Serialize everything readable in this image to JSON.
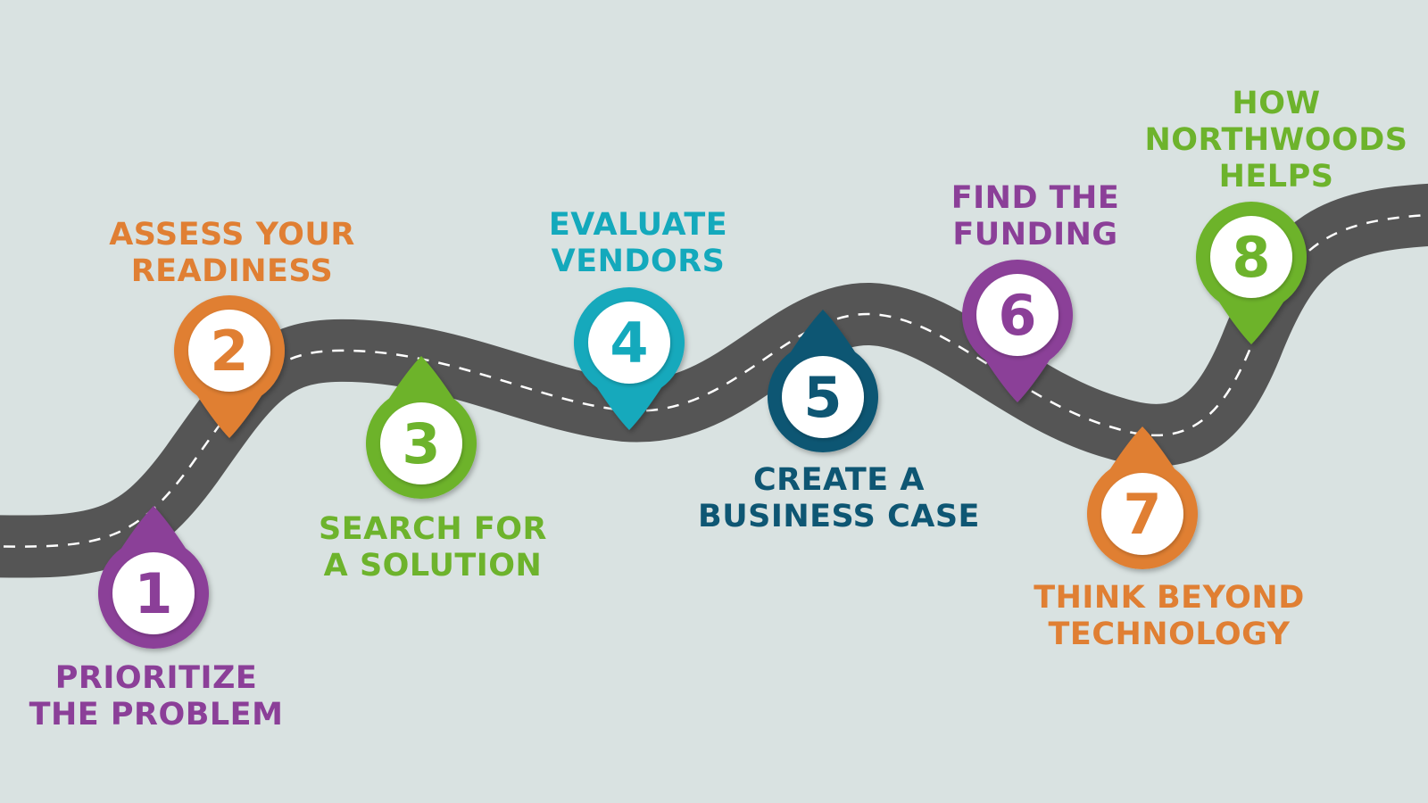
{
  "colors": {
    "background": "#d9e2e1",
    "road": "#555555",
    "road_dash": "#ffffff",
    "purple": "#8b3f98",
    "orange": "#e07f33",
    "green": "#6db32c",
    "teal": "#14a9bc",
    "navy": "#0e5673"
  },
  "steps": [
    {
      "number": "1",
      "label_line1": "PRIORITIZE",
      "label_line2": "THE PROBLEM",
      "color": "#8b3f98",
      "pin_direction": "up"
    },
    {
      "number": "2",
      "label_line1": "ASSESS YOUR",
      "label_line2": "READINESS",
      "color": "#e07f33",
      "pin_direction": "down"
    },
    {
      "number": "3",
      "label_line1": "SEARCH FOR",
      "label_line2": "A SOLUTION",
      "color": "#6db32c",
      "pin_direction": "up"
    },
    {
      "number": "4",
      "label_line1": "EVALUATE",
      "label_line2": "VENDORS",
      "color": "#14a9bc",
      "pin_direction": "down"
    },
    {
      "number": "5",
      "label_line1": "CREATE A",
      "label_line2": "BUSINESS CASE",
      "color": "#0e5673",
      "pin_direction": "up"
    },
    {
      "number": "6",
      "label_line1": "FIND THE",
      "label_line2": "FUNDING",
      "color": "#8b3f98",
      "pin_direction": "down"
    },
    {
      "number": "7",
      "label_line1": "THINK BEYOND",
      "label_line2": "TECHNOLOGY",
      "color": "#e07f33",
      "pin_direction": "up"
    },
    {
      "number": "8",
      "label_line1": "HOW",
      "label_line2": "NORTHWOODS",
      "label_line3": "HELPS",
      "color": "#6db32c",
      "pin_direction": "down"
    }
  ]
}
